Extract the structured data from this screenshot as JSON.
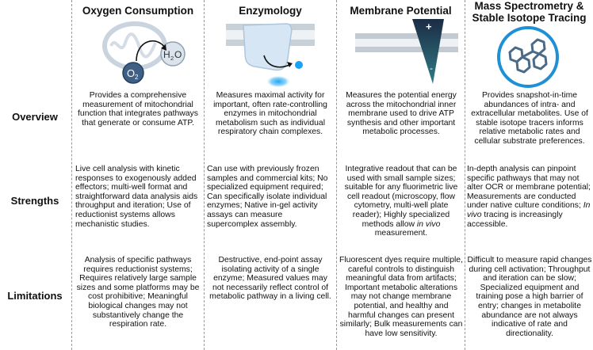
{
  "rows": {
    "overview": "Overview",
    "strengths": "Strengths",
    "limitations": "Limitations"
  },
  "columns": [
    {
      "title": "Oxygen Consumption",
      "icon": "mitochondrion-icon",
      "o2_label": "O",
      "o2_sub": "2",
      "h2o_h": "H",
      "h2o_sub": "2",
      "h2o_o": "O",
      "overview": "Provides a comprehensive measurement of mitochondrial function that integrates pathways that generate or consume ATP.",
      "strengths": "Live cell analysis with kinetic responses to exogenously added effectors; multi-well format and straightforward data analysis aids throughput and iteration; Use of reductionist systems allows mechanistic studies.",
      "limitations": "Analysis of specific pathways requires reductionist systems; Requires relatively large sample sizes and some platforms may be cost prohibitive; Meaningful biological changes may not substantively change the respiration rate."
    },
    {
      "title": "Enzymology",
      "icon": "enzyme-membrane-icon",
      "overview": "Measures maximal activity for important, often rate-controlling enzymes in mitochondrial metabolism such as individual respiratory chain complexes.",
      "strengths": "Can use with previously frozen samples and commercial kits; No specialized equipment required; Can specifically isolate individual enzymes; Native in-gel activity assays can measure supercomplex assembly.",
      "limitations": "Destructive, end-point assay isolating activity of a single enzyme; Measured values may not necessarily reflect control of metabolic pathway in a living cell."
    },
    {
      "title": "Membrane Potential",
      "icon": "membrane-gradient-icon",
      "plus": "+",
      "minus": "-",
      "overview": "Measures the potential energy across the mitochondrial inner membrane used to drive ATP synthesis and other important metabolic processes.",
      "strengths_a": "Integrative readout that can be used with small sample sizes; suitable for any fluorimetric live cell readout (microscopy, flow cytometry, multi-well plate reader); Highly specialized methods allow ",
      "strengths_em": "in vivo",
      "strengths_b": " measurement.",
      "limitations": "Fluorescent dyes require multiple, careful controls to distinguish meaningful data from artifacts; Important metabolic alterations may not change membrane potential, and healthy and harmful changes can present similarly; Bulk measurements can have low sensitivity."
    },
    {
      "title_line1": "Mass Spectrometry &",
      "title_line2": "Stable Isotope Tracing",
      "icon": "isotope-molecule-icon",
      "overview": "Provides snapshot-in-time abundances of intra- and extracellular metabolites. Use of stable isotope tracers informs relative metabolic rates and cellular substrate preferences.",
      "strengths_a": "In-depth analysis can pinpoint specific pathways that may not alter OCR or membrane potential; Measurements are conducted under native culture conditions; ",
      "strengths_em": "In vivo",
      "strengths_b": " tracing is increasingly accessible.",
      "limitations": "Difficult to measure rapid changes during cell activation; Throughput and iteration can be slow; Specialized equipment and training pose a high barrier of entry; changes in metabolite abundance are not always indicative of rate and directionality."
    }
  ],
  "colors": {
    "icon_blue": "#5b8fb9",
    "icon_light": "#d6e4f0",
    "membrane_gray": "#c9cfd6",
    "ring_blue": "#1f8fd6",
    "dark_navy": "#1c2c44",
    "droplet": "#2aa6f0"
  }
}
